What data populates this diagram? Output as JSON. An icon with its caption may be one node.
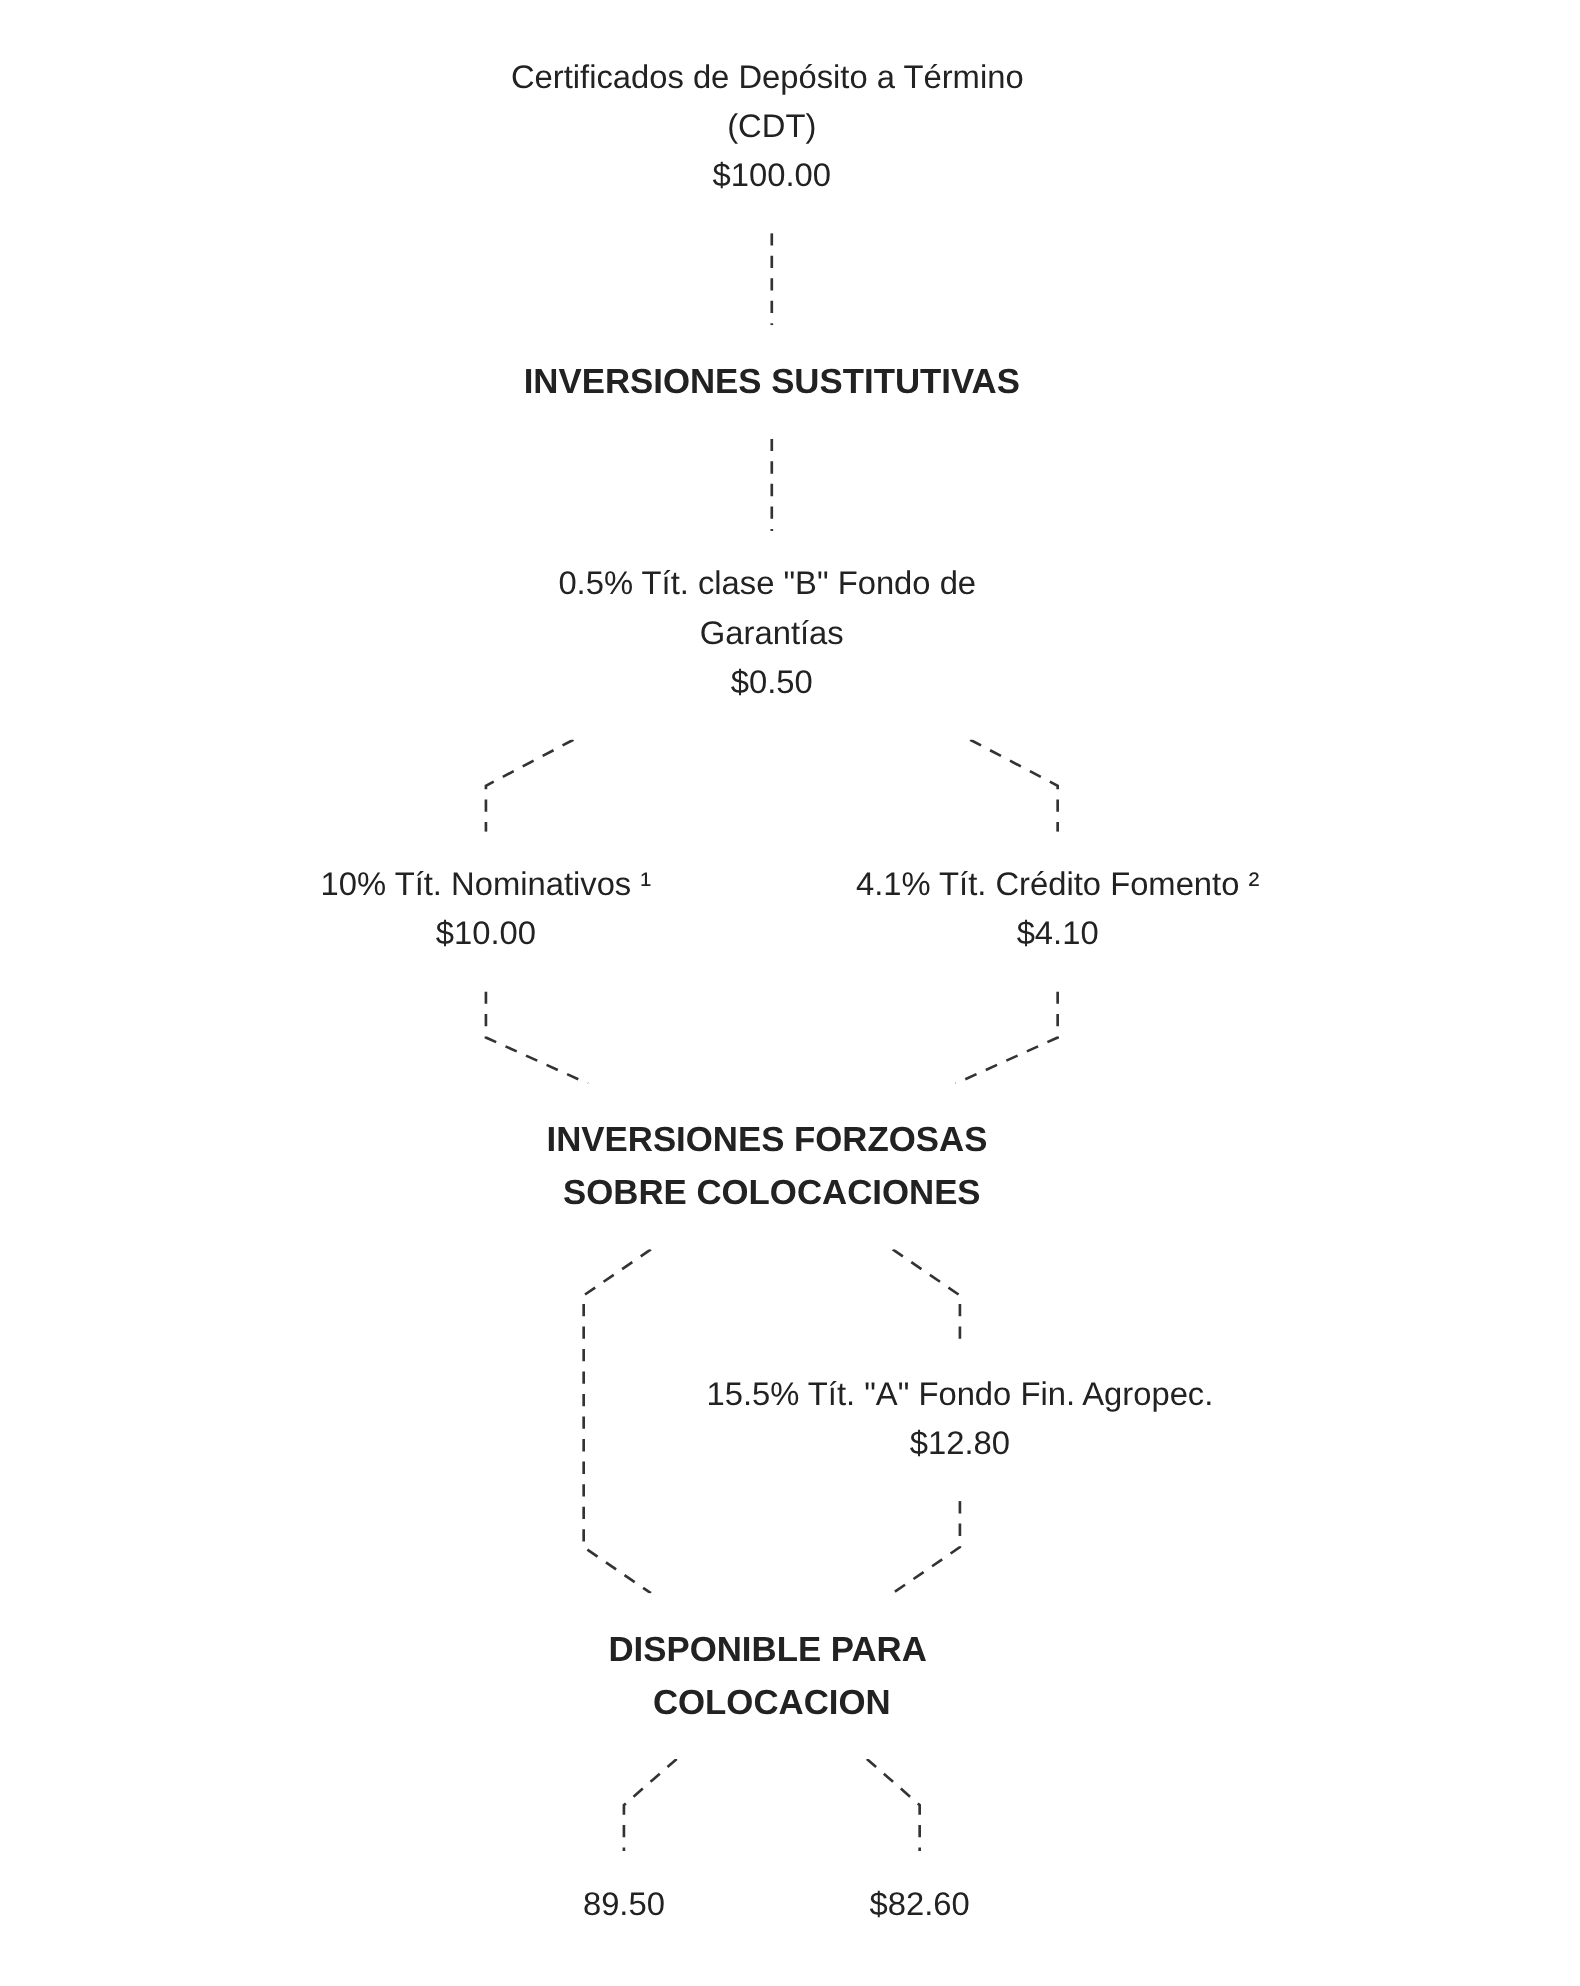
{
  "diagram": {
    "nodes": [
      {
        "text": [
          "Certificados de Depósito a Término (CDT)",
          "$100.00"
        ]
      },
      {
        "text": [
          "INVERSIONES SUSTITUTIVAS"
        ]
      },
      {
        "text": [
          "0.5% Tít. clase \"B\" Fondo de Garantías",
          "$0.50"
        ]
      },
      {
        "text": [
          "10% Tít. Nominativos ¹",
          "$10.00"
        ]
      },
      {
        "text": [
          "4.1% Tít. Crédito Fomento ²",
          "$4.10"
        ]
      },
      {
        "text": [
          "INVERSIONES FORZOSAS SOBRE COLOCACIONES"
        ]
      },
      {
        "text": [
          "15.5% Tít. \"A\" Fondo Fin. Agropec.",
          "$12.80"
        ]
      },
      {
        "text": [
          "DISPONIBLE PARA COLOCACION"
        ]
      },
      {
        "text": [
          "89.50"
        ]
      },
      {
        "text": [
          "$82.60"
        ]
      }
    ],
    "edges": [
      {
        "from": 0,
        "to": 1,
        "arrow": "none",
        "style": "dashed"
      },
      {
        "from": 1,
        "to": 2,
        "arrow": "none",
        "style": "dashed"
      },
      {
        "from": 2,
        "to": 3,
        "arrow": "none",
        "style": "dashed"
      },
      {
        "from": 2,
        "to": 4,
        "arrow": "none",
        "style": "dashed"
      },
      {
        "from": 3,
        "to": 5,
        "arrow": "none",
        "style": "dashed"
      },
      {
        "from": 4,
        "to": 5,
        "arrow": "none",
        "style": "dashed"
      },
      {
        "from": 5,
        "to": 7,
        "arrow": "none",
        "style": "dashed"
      },
      {
        "from": 5,
        "to": 6,
        "arrow": "none",
        "style": "dashed"
      },
      {
        "from": 6,
        "to": 7,
        "arrow": "none",
        "style": "dashed"
      },
      {
        "from": 7,
        "to": 8,
        "arrow": "none",
        "style": "dashed"
      },
      {
        "from": 7,
        "to": 9,
        "arrow": "none",
        "style": "dashed"
      }
    ]
  }
}
